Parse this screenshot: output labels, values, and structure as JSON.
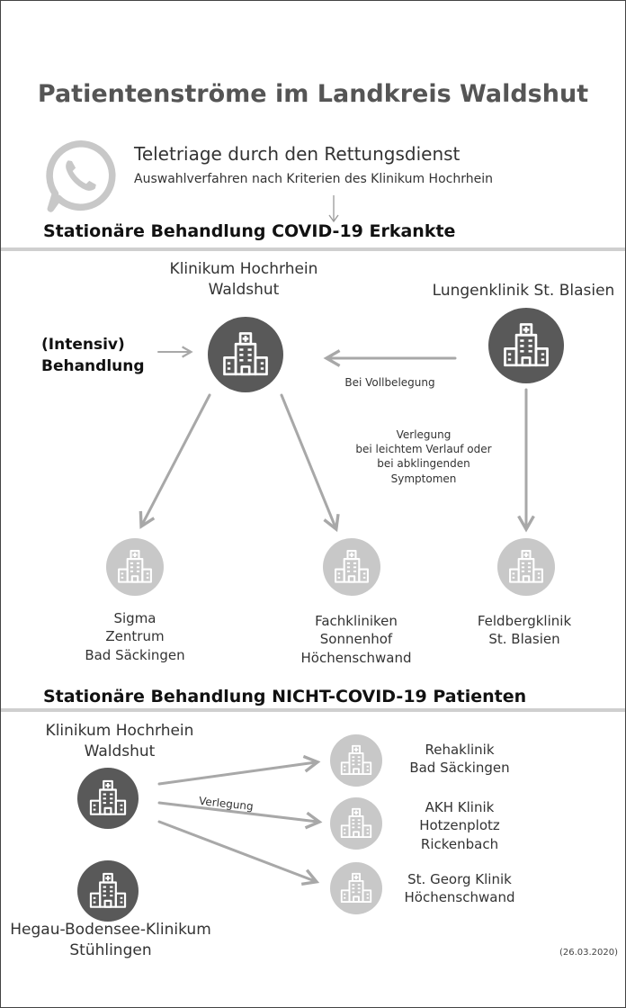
{
  "title": "Patientenströme im Landkreis Waldshut",
  "triage": {
    "icon": "whatsapp-phone-icon",
    "title": "Teletriage durch den Rettungsdienst",
    "subtitle": "Auswahlverfahren nach Kriterien des Klinikum Hochrhein"
  },
  "covid_section": {
    "heading": "Stationäre Behandlung COVID-19 Erkankte",
    "intensiv_label_line1": "(Intensiv)",
    "intensiv_label_line2": "Behandlung",
    "main_hospital": {
      "line1": "Klinikum Hochrhein",
      "line2": "Waldshut"
    },
    "lung_clinic": {
      "line1": "Lungenklinik St. Blasien"
    },
    "overflow_label": "Bei Vollbelegung",
    "transfer_note": [
      "Verlegung",
      "bei leichtem Verlauf oder",
      "bei abklingenden",
      "Symptomen"
    ],
    "targets": [
      {
        "lines": [
          "Sigma",
          "Zentrum",
          "Bad Säckingen"
        ]
      },
      {
        "lines": [
          "Fachkliniken",
          "Sonnenhof",
          "Höchenschwand"
        ]
      },
      {
        "lines": [
          "Feldbergklinik",
          "St. Blasien"
        ]
      }
    ]
  },
  "noncovid_section": {
    "heading": "Stationäre Behandlung NICHT-COVID-19 Patienten",
    "main_hospital": {
      "line1": "Klinikum Hochrhein",
      "line2": "Waldshut"
    },
    "second_hospital": {
      "line1": "Hegau-Bodensee-Klinikum",
      "line2": "Stühlingen"
    },
    "transfer_label": "Verlegung",
    "targets": [
      {
        "lines": [
          "Rehaklinik",
          "Bad Säckingen"
        ]
      },
      {
        "lines": [
          "AKH Klinik",
          "Hotzenplotz",
          "Rickenbach"
        ]
      },
      {
        "lines": [
          "St. Georg Klinik",
          "Höchenschwand"
        ]
      }
    ]
  },
  "date": "(26.03.2020)",
  "colors": {
    "dark_node": "#595959",
    "light_node": "#c8c8c8",
    "arrow": "#a8a8a8",
    "divider": "#cfcfcf"
  }
}
